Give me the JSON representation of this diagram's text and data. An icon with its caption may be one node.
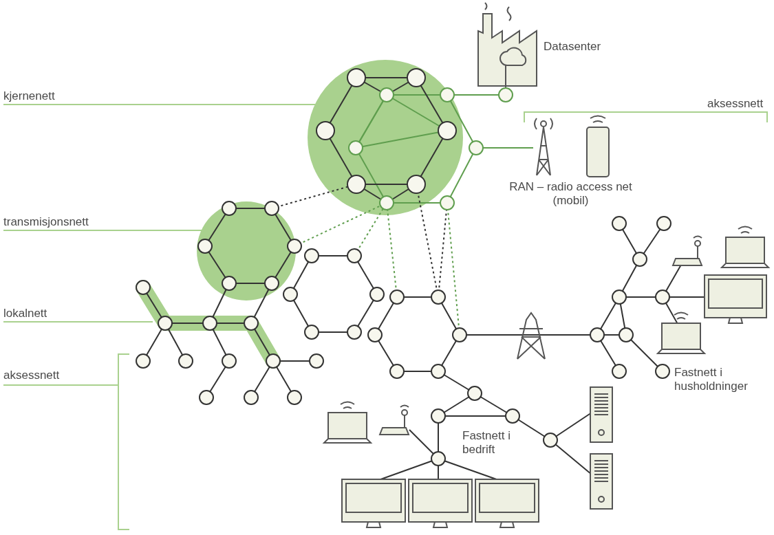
{
  "diagram": {
    "nodes": [
      {
        "text": [
          "kjernenett"
        ]
      },
      {
        "text": [],
        "shape": "circle"
      },
      {
        "text": [
          "transmisjonsnett"
        ]
      },
      {
        "text": [],
        "shape": "circle"
      },
      {
        "text": [
          "lokalnett"
        ]
      },
      {
        "text": [],
        "shape": "bar"
      }
    ],
    "edges": [
      {
        "from": 0,
        "to": 1,
        "arrow": "none"
      },
      {
        "from": 2,
        "to": 3,
        "arrow": "none"
      },
      {
        "from": 4,
        "to": 5,
        "arrow": "none"
      }
    ],
    "labels": [
      "Datasenter",
      "aksessnett",
      "RAN – radio access net (mobil)",
      "aksessnett",
      "Fastnett i husholdninger",
      "Fastnett i bedrift"
    ]
  }
}
